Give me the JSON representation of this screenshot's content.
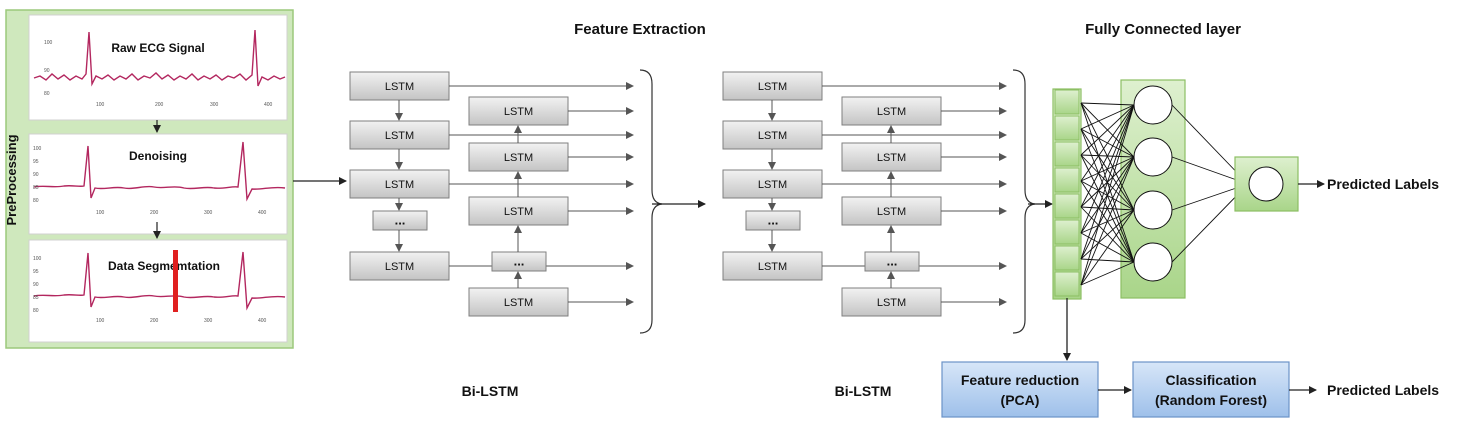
{
  "preprocessing": {
    "side_label": "PreProcessing",
    "panels": [
      {
        "title": "Raw ECG Signal",
        "y_ticks": [
          "100",
          "90",
          "80"
        ],
        "x_ticks": [
          "100",
          "200",
          "300",
          "400"
        ]
      },
      {
        "title": "Denoising",
        "y_ticks": [
          "100",
          "95",
          "90",
          "85",
          "80"
        ],
        "x_ticks": [
          "100",
          "200",
          "300",
          "400"
        ]
      },
      {
        "title": "Data Segmemtation",
        "y_ticks": [
          "100",
          "95",
          "90",
          "85",
          "80"
        ],
        "x_ticks": [
          "100",
          "200",
          "300",
          "400"
        ]
      }
    ]
  },
  "feature_extraction": {
    "title": "Feature Extraction",
    "blocks": [
      {
        "caption": "Bi-LSTM",
        "forward_cells": [
          "LSTM",
          "LSTM",
          "LSTM",
          "...",
          "LSTM"
        ],
        "backward_cells": [
          "LSTM",
          "LSTM",
          "LSTM",
          "...",
          "LSTM"
        ]
      },
      {
        "caption": "Bi-LSTM",
        "forward_cells": [
          "LSTM",
          "LSTM",
          "LSTM",
          "...",
          "LSTM"
        ],
        "backward_cells": [
          "LSTM",
          "LSTM",
          "LSTM",
          "...",
          "LSTM"
        ]
      }
    ]
  },
  "fully_connected": {
    "title": "Fully Connected layer",
    "output_label": "Predicted Labels"
  },
  "classification_branch": {
    "feature_reduction": {
      "line1": "Feature reduction",
      "line2": "(PCA)"
    },
    "classifier": {
      "line1": "Classification",
      "line2": "(Random Forest)"
    },
    "output_label": "Predicted Labels"
  },
  "colors": {
    "green_fill": "#c9e6b4",
    "green_border": "#8cbf63",
    "blue_fill": "#b5cfee",
    "blue_border": "#6b93c7",
    "ecg_line": "#b3275f",
    "segment_marker": "#e02020",
    "lstm_fill": "#d9d9d9",
    "lstm_border": "#7f7f7f"
  }
}
